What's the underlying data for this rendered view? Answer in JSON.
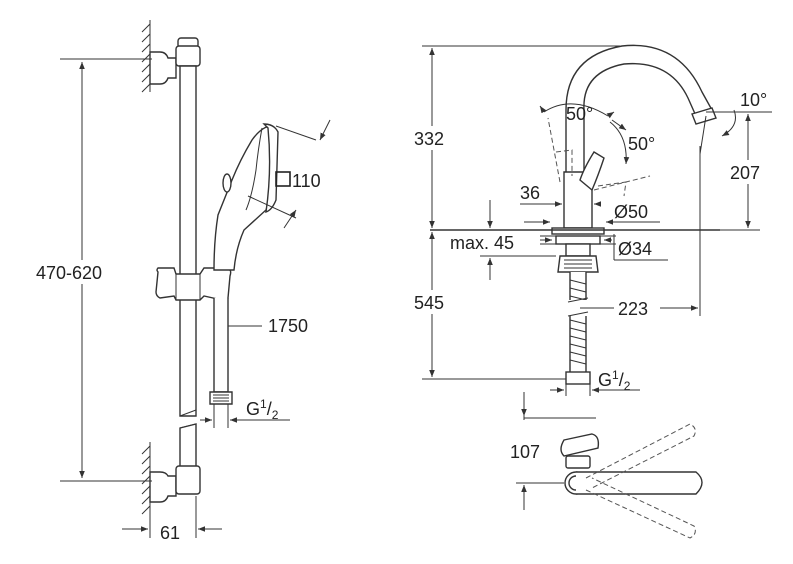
{
  "shower_set": {
    "rail_length": "470-620",
    "head_size": "110",
    "hose_length": "1750",
    "connection_thread_main": "G",
    "connection_thread_sup": "1",
    "connection_thread_sub": "2",
    "wall_offset": "61"
  },
  "mixer": {
    "angle_top": "50°",
    "angle_side": "50°",
    "spout_tilt": "10°",
    "height_total": "332",
    "spout_height": "207",
    "handle_width": "36",
    "base_diameter": "Ø50",
    "max_counter": "max. 45",
    "hole_diameter": "Ø34",
    "below_counter": "545",
    "spout_reach": "223",
    "thread_main": "G",
    "thread_sup": "1",
    "thread_sub": "2",
    "plan_offset": "107"
  }
}
